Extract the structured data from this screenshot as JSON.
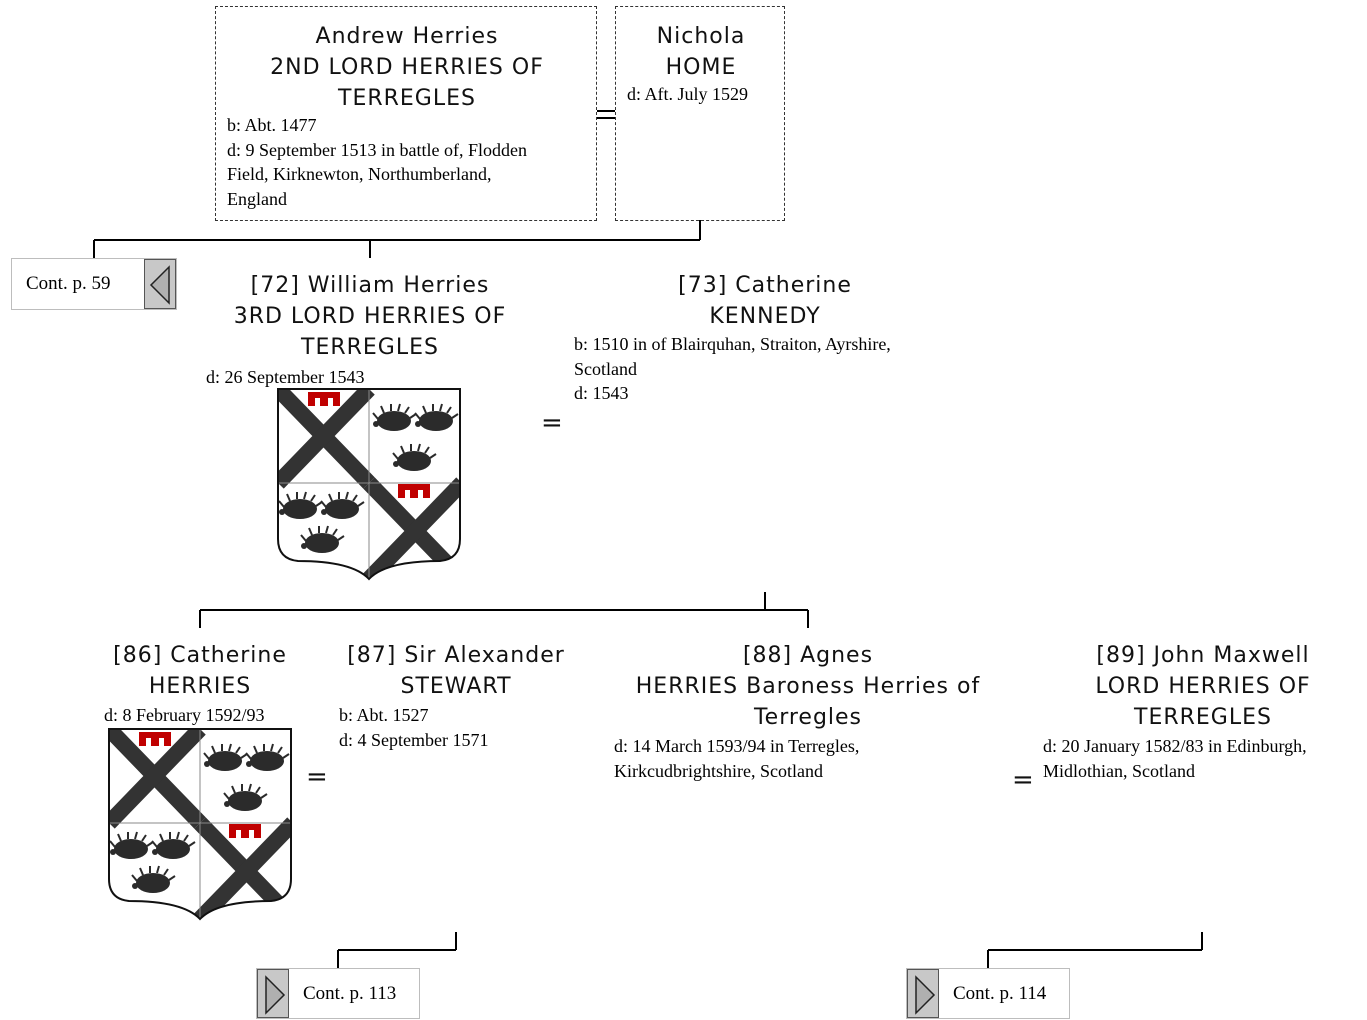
{
  "generation1": {
    "andrew": {
      "name_line1": "Andrew Herries",
      "name_line2": "2ND LORD HERRIES OF\nTERREGLES",
      "facts": "b: Abt. 1477\nd: 9 September 1513 in battle of, Flodden\nField, Kirknewton, Northumberland,\nEngland"
    },
    "nichola": {
      "name_line1": "Nichola",
      "name_line2": "HOME",
      "facts": "d: Aft. July 1529"
    }
  },
  "generation2": {
    "william": {
      "name_line1": "[72] William Herries",
      "name_line2": "3RD LORD HERRIES OF\nTERREGLES",
      "facts": "d: 26 September 1543"
    },
    "catherine_kennedy": {
      "name_line1": "[73] Catherine",
      "name_line2": "KENNEDY",
      "facts": "b: 1510 in of Blairquhan, Straiton, Ayrshire,\nScotland\nd: 1543"
    },
    "marriage_symbol": "="
  },
  "generation3": {
    "catherine_herries": {
      "name_line1": "[86] Catherine",
      "name_line2": "HERRIES",
      "facts": "d: 8 February 1592/93"
    },
    "alexander": {
      "name_line1": "[87] Sir Alexander",
      "name_line2": "STEWART",
      "facts": "b: Abt. 1527\nd: 4 September 1571"
    },
    "agnes": {
      "name_line1": "[88] Agnes",
      "name_line2": "HERRIES Baroness Herries of\nTerregles",
      "facts": "d: 14 March 1593/94 in Terregles,\nKirkcudbrightshire, Scotland"
    },
    "john": {
      "name_line1": "[89] John Maxwell",
      "name_line2": "LORD HERRIES OF\nTERREGLES",
      "facts": "d: 20 January 1582/83 in Edinburgh,\nMidlothian, Scotland"
    },
    "marriage_symbol_1": "=",
    "marriage_symbol_2": "="
  },
  "continuations": {
    "left": "Cont. p. 59",
    "bottom_left": "Cont. p. 113",
    "bottom_right": "Cont. p. 114"
  },
  "colors": {
    "line": "#000000",
    "saltire": "#333333",
    "buckle_red": "#c00000",
    "hedgehog": "#2b2b2b",
    "nav_arrow_bg": "#c8c8c8"
  },
  "icons": [
    "coat-of-arms-icon",
    "arrow-left-icon",
    "arrow-right-icon"
  ]
}
